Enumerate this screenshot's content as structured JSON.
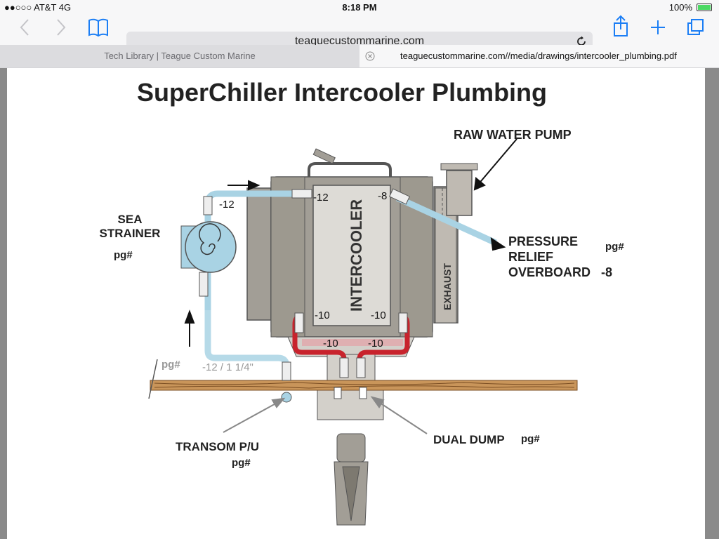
{
  "status_bar": {
    "carrier": "●●○○○ AT&T  4G",
    "time": "8:18 PM",
    "battery": "100%",
    "battery_level": 1.0
  },
  "toolbar": {
    "url": "teaguecustommarine.com",
    "icons": [
      "chevron-left-icon",
      "chevron-right-icon",
      "bookmarks-icon",
      "reload-icon",
      "share-icon",
      "plus-icon",
      "tabs-icon"
    ]
  },
  "tabs": [
    {
      "label": "Tech Library | Teague Custom Marine"
    },
    {
      "label": "teaguecustommarine.com//media/drawings/intercooler_plumbing.pdf"
    }
  ],
  "diagram": {
    "title": "SuperChiller Intercooler Plumbing",
    "labels": {
      "raw_water_pump": "RAW WATER PUMP",
      "sea": "SEA",
      "strainer": "STRAINER",
      "sea_pg": "pg#",
      "pressure": "PRESSURE",
      "relief": "RELIEF",
      "overboard": "OVERBOARD",
      "overboard_size": "-8",
      "pressure_pg": "pg#",
      "intercooler": "INTERCOOLER",
      "exhaust": "EXHAUST",
      "fit_12_top": "-12",
      "fit_12_left": "-12",
      "fit_8": "-8",
      "fit_10_ll": "-10",
      "fit_10_lr": "-10",
      "fit_10_bl": "-10",
      "fit_10_br": "-10",
      "hose_size": "-12 / 1 1/4\"",
      "hose_pg": "pg#",
      "transom": "TRANSOM P/U",
      "transom_pg": "pg#",
      "dual_dump": "DUAL DUMP",
      "dual_dump_pg": "pg#"
    },
    "colors": {
      "hose_blue": "#a9d3e4",
      "hose_red": "#c8232d",
      "engine_gray": "#a29e96",
      "block_light": "#dddbd6",
      "transom_wood": "#c9955a"
    }
  }
}
